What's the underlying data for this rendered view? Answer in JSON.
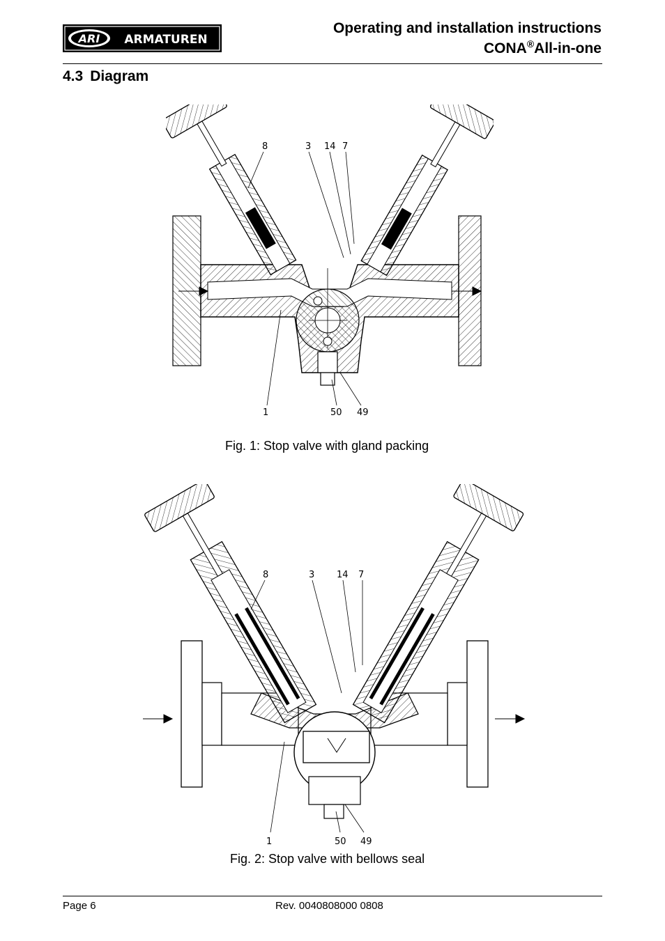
{
  "header": {
    "logo_left": "ARI",
    "logo_right": "ARMATUREN",
    "title_line1": "Operating and installation instructions",
    "title_line2_main": "CONA",
    "title_line2_reg": "®",
    "title_line2_rest": "All-in-one"
  },
  "section": {
    "number": "4.3",
    "title": "Diagram"
  },
  "figures": [
    {
      "caption": "Fig. 1: Stop valve with gland packing",
      "part_labels": [
        "8",
        "3",
        "14",
        "7",
        "1",
        "50",
        "49"
      ]
    },
    {
      "caption": "Fig. 2: Stop valve with bellows seal",
      "part_labels": [
        "8",
        "3",
        "14",
        "7",
        "1",
        "50",
        "49"
      ]
    }
  ],
  "footer": {
    "page": "Page 6",
    "revision": "Rev. 0040808000 0808"
  }
}
